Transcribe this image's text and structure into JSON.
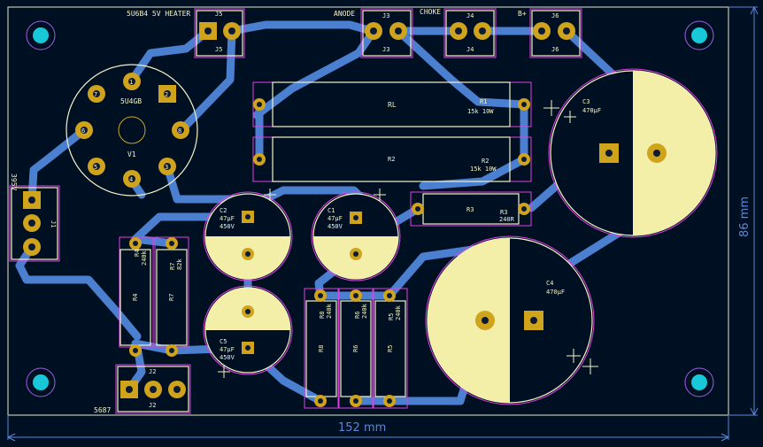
{
  "board": {
    "width_dimension": "152 mm",
    "height_dimension": "86 mm"
  },
  "labels": {
    "heater": "5U6B4 5V HEATER",
    "anode": "ANODE",
    "choke": "CHOKE",
    "bplus": "B+",
    "v395": "395V",
    "tube_type": "5U4GB",
    "tube_ref": "V1",
    "footprint_5687": "5687"
  },
  "connectors": {
    "j5": "J5",
    "j3": "J3",
    "j4": "J4",
    "j6": "J6",
    "j1": "J1",
    "j2": "J2"
  },
  "tube_pins": [
    "1",
    "2",
    "3",
    "4",
    "5",
    "6",
    "7",
    "8"
  ],
  "resistors": {
    "rl": "RL",
    "r1_ref": "R1",
    "r1_val": "15k 10W",
    "r2_ref": "R2",
    "r2_val": "15k 10W",
    "r3_ref": "R3",
    "r3_val": "240R",
    "r4_ref": "R4",
    "r4_val": "240k",
    "r5_ref": "R5",
    "r5_val": "240k",
    "r6_ref": "R6",
    "r6_val": "240k",
    "r7_ref": "R7",
    "r7_val": "82k",
    "r8_ref": "R8",
    "r8_val": "240k"
  },
  "capacitors": {
    "c1_ref": "C1",
    "c1_val": "47µF",
    "c1_v": "450V",
    "c2_ref": "C2",
    "c2_val": "47µF",
    "c2_v": "450V",
    "c3_ref": "C3",
    "c3_val": "470µF",
    "c4_ref": "C4",
    "c4_val": "470µF",
    "c5_ref": "C5",
    "c5_val": "47µF",
    "c5_v": "450V"
  },
  "colors": {
    "background": "#001023",
    "copper_trace": "#4b7fd0",
    "pad": "#cfa31c",
    "silkscreen": "#f3f3c8",
    "courtyard": "#e040e0",
    "mount_hole": "#18c8d8"
  }
}
